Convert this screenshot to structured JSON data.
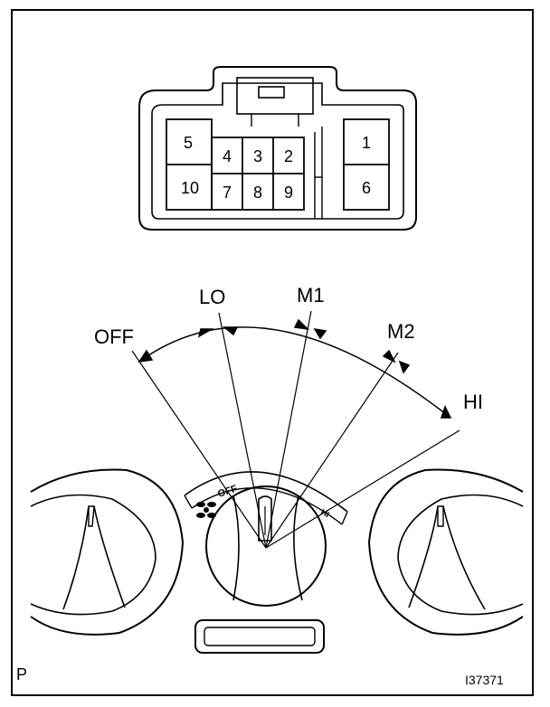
{
  "connector": {
    "pins": [
      "1",
      "2",
      "3",
      "4",
      "5",
      "6",
      "7",
      "8",
      "9",
      "10"
    ]
  },
  "switch_positions": [
    "OFF",
    "LO",
    "M1",
    "M2",
    "HI"
  ],
  "knob_marks": {
    "off": "OFF",
    "hi": "HI"
  },
  "corner_label": "P",
  "figure_id": "I37371",
  "colors": {
    "line": "#000000",
    "background": "#ffffff"
  }
}
